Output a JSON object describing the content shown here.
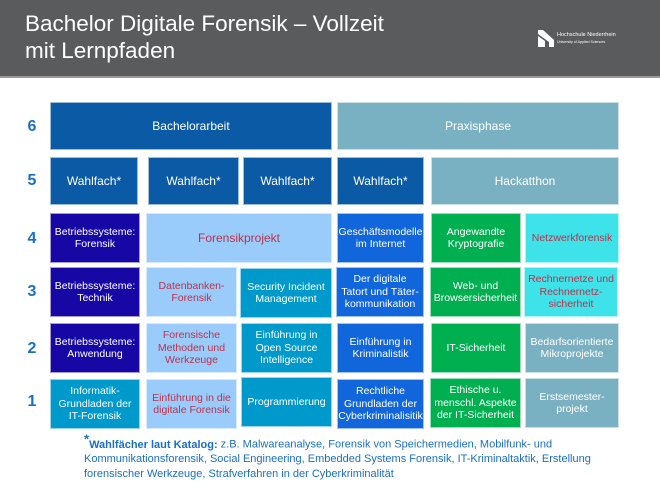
{
  "header": {
    "title_line1": "Bachelor Digitale Forensik – Vollzeit",
    "title_line2": "mit Lernpfaden",
    "logo_name": "Hochschule Niederrhein",
    "logo_sub": "University of Applied Sciences"
  },
  "semesters": [
    "6",
    "5",
    "4",
    "3",
    "2",
    "1"
  ],
  "row6": {
    "bachelorarbeit": "Bachelorarbeit",
    "praxisphase": "Praxisphase"
  },
  "row5": {
    "wahlfach": "Wahlfach*",
    "hackathon": "Hackatthon"
  },
  "row4": {
    "c1": "Betriebssysteme: Forensik",
    "c2": "Forensikprojekt",
    "c4": "Geschäftsmodelle im Internet",
    "c5": "Angewandte Kryptografie",
    "c6": "Netzwerkforensik"
  },
  "row3": {
    "c1": "Betriebssysteme: Technik",
    "c2": "Datenbanken-Forensik",
    "c3": "Security Incident Management",
    "c4": "Der digitale Tatort und Täter-kommunikation",
    "c5": "Web- und Browsersicherheit",
    "c6": "Rechnernetze und Rechnernetz-sicherheit"
  },
  "row2": {
    "c1": "Betriebssysteme: Anwendung",
    "c2": "Forensische Methoden und Werkzeuge",
    "c3": "Einführung in Open Source Intelligence",
    "c4": "Einführung in Kriminalistik",
    "c5": "IT-Sicherheit",
    "c6": "Bedarfsorientierte Mikroprojekte"
  },
  "row1": {
    "c1": "Informatik-Grundladen der IT-Forensik",
    "c2": "Einführung in die digitale Forensik",
    "c3": "Programmierung",
    "c4": "Rechtliche Grundladen der Cyberkriminalisitik",
    "c5": "Ethische u. menschl. Aspekte der IT-Sicherheit",
    "c6": "Erstsemester-projekt"
  },
  "footnote": {
    "star": "*",
    "label": "Wahlfächer laut Katalog:",
    "text": " z.B. Malwareanalyse, Forensik von Speichermedien, Mobilfunk- und Kommunikationsforensik, Social Engineering, Embedded Systems Forensik, IT-Kriminaltaktik, Erstellung forensischer Werkzeuge, Strafverfahren in der Cyberkriminalität"
  }
}
